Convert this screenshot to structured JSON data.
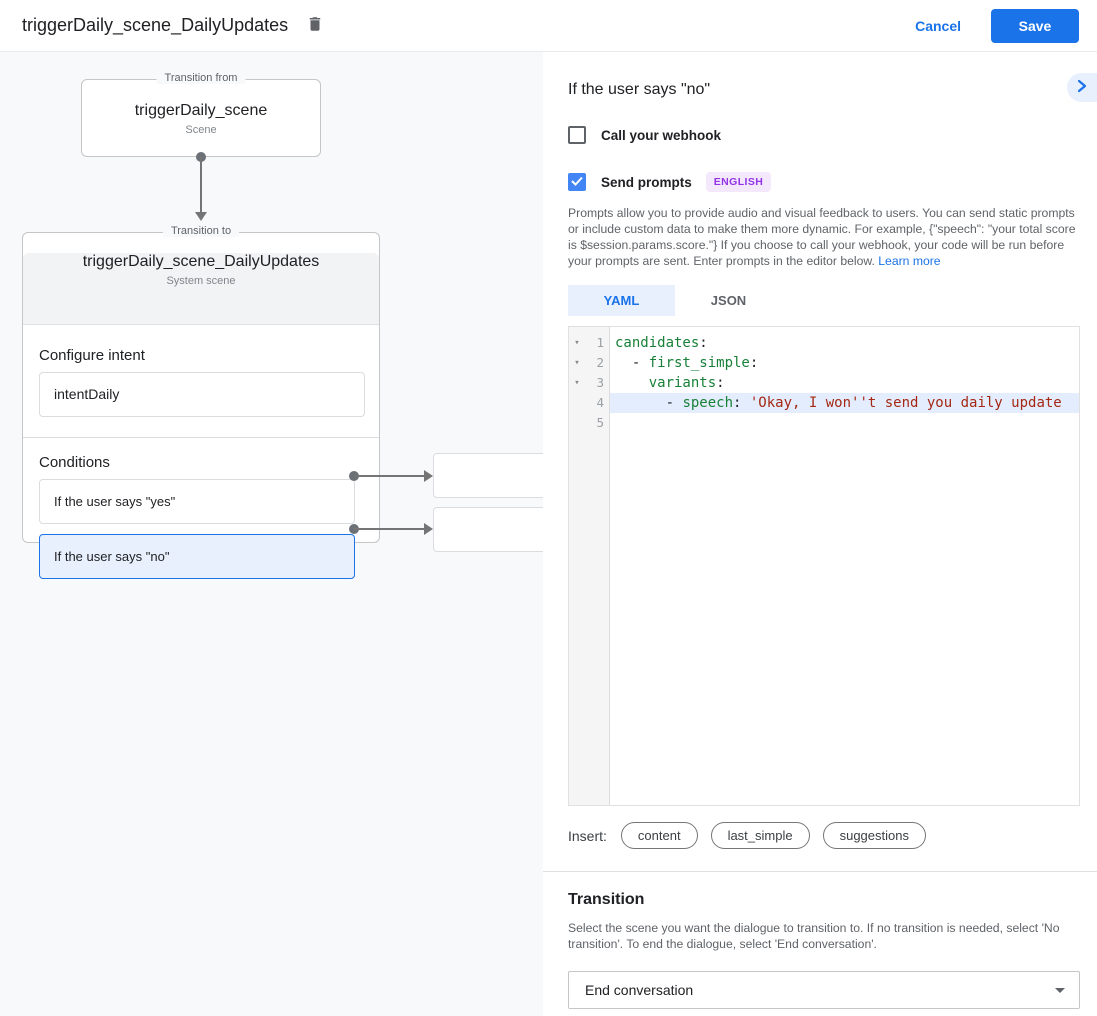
{
  "colors": {
    "accent_blue": "#1a73e8",
    "selection_blue_bg": "#e8f0fe",
    "checkbox_blue": "#4285f4",
    "badge_purple_text": "#9334e6",
    "badge_purple_bg": "#f4e8fd",
    "code_key_green": "#188038",
    "code_string_red": "#a52714",
    "canvas_bg": "#f8f9fa"
  },
  "icons": {
    "fold": "▾"
  },
  "header": {
    "title": "triggerDaily_scene_DailyUpdates",
    "cancel_label": "Cancel",
    "save_label": "Save"
  },
  "diagram": {
    "from_box": {
      "legend": "Transition from",
      "title": "triggerDaily_scene",
      "subtitle": "Scene"
    },
    "to_box": {
      "legend": "Transition to",
      "title": "triggerDaily_scene_DailyUpdates",
      "subtitle": "System scene",
      "intent_section": {
        "label": "Configure intent",
        "value": "intentDaily"
      },
      "conditions_section": {
        "label": "Conditions",
        "items": [
          {
            "label": "If the user says \"yes\"",
            "selected": false
          },
          {
            "label": "If the user says \"no\"",
            "selected": true
          }
        ]
      }
    }
  },
  "panel": {
    "title": "If the user says \"no\"",
    "webhook": {
      "label": "Call your webhook",
      "checked": false
    },
    "prompts": {
      "label": "Send prompts",
      "checked": true,
      "badge": "ENGLISH"
    },
    "description": "Prompts allow you to provide audio and visual feedback to users. You can send static prompts or include custom data to make them more dynamic. For example, {\"speech\": \"your total score is $session.params.score.\"} If you choose to call your webhook, your code will be run before your prompts are sent. Enter prompts in the editor below. ",
    "learn_more_label": "Learn more",
    "tabs": [
      {
        "label": "YAML",
        "active": true
      },
      {
        "label": "JSON",
        "active": false
      }
    ],
    "editor": {
      "lines": [
        {
          "num": "1",
          "fold": true,
          "highlighted": false,
          "tokens": [
            {
              "text": "candidates",
              "type": "key"
            },
            {
              "text": ":",
              "type": "plain"
            }
          ]
        },
        {
          "num": "2",
          "fold": true,
          "highlighted": false,
          "tokens": [
            {
              "text": "  - ",
              "type": "plain"
            },
            {
              "text": "first_simple",
              "type": "key"
            },
            {
              "text": ":",
              "type": "plain"
            }
          ]
        },
        {
          "num": "3",
          "fold": true,
          "highlighted": false,
          "tokens": [
            {
              "text": "    ",
              "type": "plain"
            },
            {
              "text": "variants",
              "type": "key"
            },
            {
              "text": ":",
              "type": "plain"
            }
          ]
        },
        {
          "num": "4",
          "fold": false,
          "highlighted": true,
          "tokens": [
            {
              "text": "      - ",
              "type": "plain"
            },
            {
              "text": "speech",
              "type": "key"
            },
            {
              "text": ": ",
              "type": "plain"
            },
            {
              "text": "'Okay, I won''t send you daily update",
              "type": "string"
            }
          ]
        },
        {
          "num": "5",
          "fold": false,
          "highlighted": false,
          "tokens": []
        }
      ]
    },
    "insert": {
      "label": "Insert:",
      "chips": [
        "content",
        "last_simple",
        "suggestions"
      ]
    },
    "transition": {
      "title": "Transition",
      "description": "Select the scene you want the dialogue to transition to. If no transition is needed, select 'No transition'. To end the dialogue, select 'End conversation'.",
      "dropdown_value": "End conversation"
    }
  }
}
